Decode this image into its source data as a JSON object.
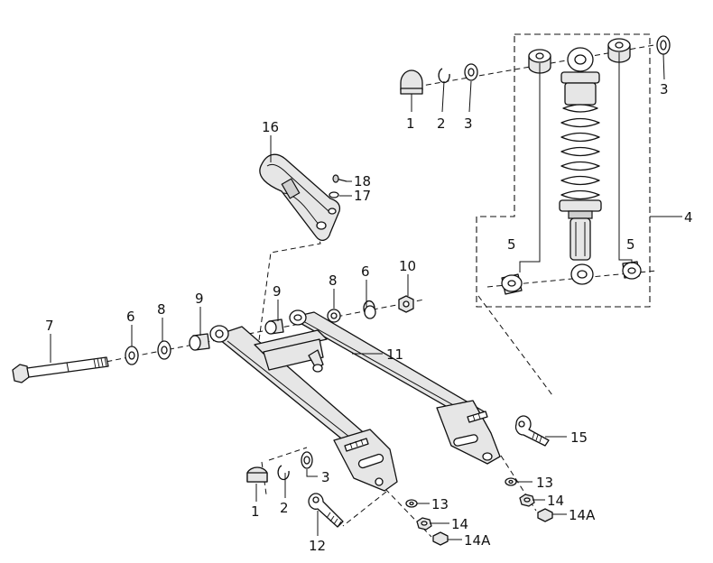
{
  "callouts": [
    {
      "id": "1a",
      "text": "1"
    },
    {
      "id": "2a",
      "text": "2"
    },
    {
      "id": "3a",
      "text": "3"
    },
    {
      "id": "3b",
      "text": "3"
    },
    {
      "id": "4",
      "text": "4"
    },
    {
      "id": "5a",
      "text": "5"
    },
    {
      "id": "5b",
      "text": "5"
    },
    {
      "id": "16",
      "text": "16"
    },
    {
      "id": "18",
      "text": "18"
    },
    {
      "id": "17",
      "text": "17"
    },
    {
      "id": "7",
      "text": "7"
    },
    {
      "id": "6a",
      "text": "6"
    },
    {
      "id": "8a",
      "text": "8"
    },
    {
      "id": "9a",
      "text": "9"
    },
    {
      "id": "9b",
      "text": "9"
    },
    {
      "id": "8b",
      "text": "8"
    },
    {
      "id": "6b",
      "text": "6"
    },
    {
      "id": "10",
      "text": "10"
    },
    {
      "id": "11",
      "text": "11"
    },
    {
      "id": "15",
      "text": "15"
    },
    {
      "id": "3c",
      "text": "3"
    },
    {
      "id": "1b",
      "text": "1"
    },
    {
      "id": "2b",
      "text": "2"
    },
    {
      "id": "12",
      "text": "12"
    },
    {
      "id": "13a",
      "text": "13"
    },
    {
      "id": "14a",
      "text": "14"
    },
    {
      "id": "14Aa",
      "text": "14A"
    },
    {
      "id": "13b",
      "text": "13"
    },
    {
      "id": "14b",
      "text": "14"
    },
    {
      "id": "14Ab",
      "text": "14A"
    }
  ]
}
